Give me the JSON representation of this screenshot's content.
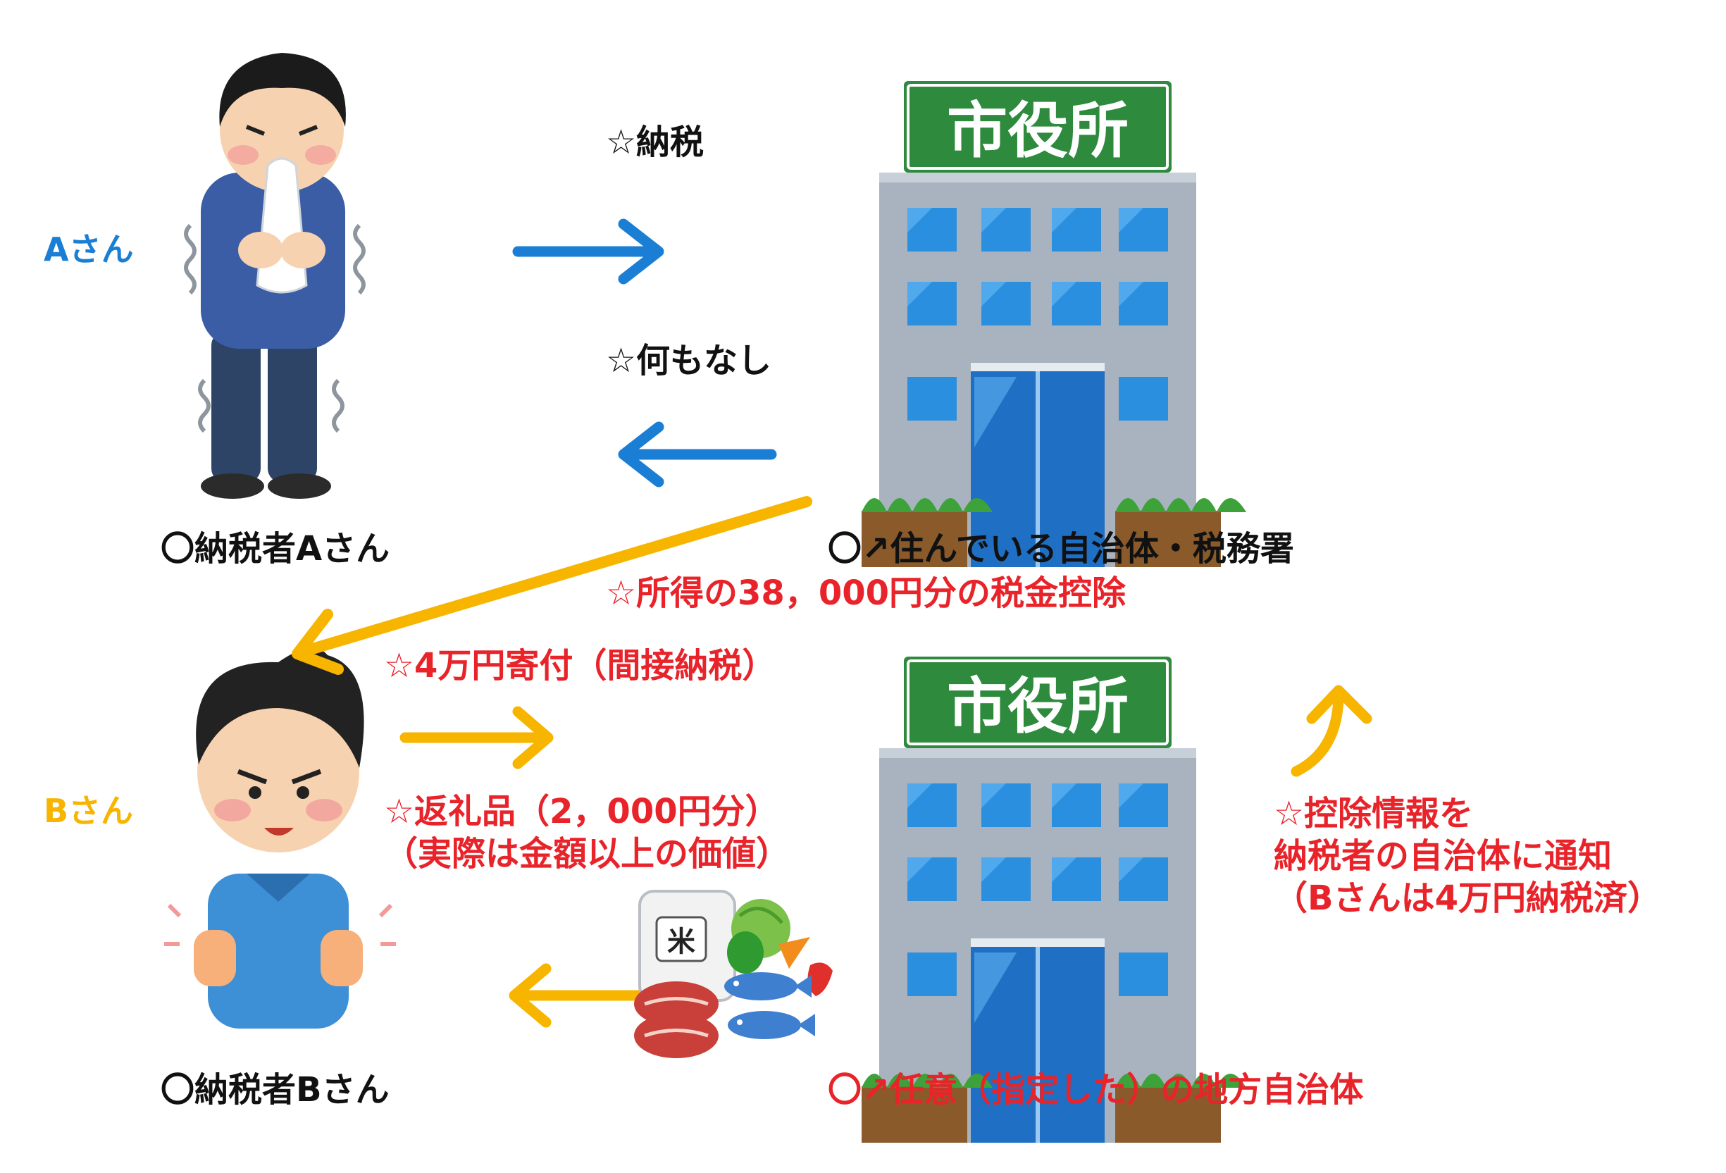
{
  "labels": {
    "person_a_tag": "Aさん",
    "person_b_tag": "Bさん",
    "person_a_caption": "〇納税者Aさん",
    "person_b_caption": "〇納税者Bさん",
    "city_hall_sign": "市役所",
    "rice_bag_mark": "米",
    "flow_tax": "☆納税",
    "flow_nothing": "☆何もなし",
    "residence_office": "〇↗住んでいる自治体・税務署",
    "tax_deduction": "☆所得の38，000円分の税金控除",
    "donation": "☆4万円寄付（間接納税）",
    "gift_line1": "☆返礼品（2，000円分）",
    "gift_line2": "（実際は金額以上の価値）",
    "notify_line1": "☆控除情報を",
    "notify_line2": "納税者の自治体に通知",
    "notify_line3": "（Bさんは4万円納税済）",
    "chosen_municipality": "〇↗任意（指定した）の地方自治体"
  },
  "colors": {
    "blue_arrow": "#1a7fd4",
    "yellow_arrow": "#f7b500",
    "red_text": "#e8232a",
    "sign_green": "#2e8a3c",
    "building_gray": "#a9b3bf",
    "window_blue": "#2b8fe0"
  }
}
